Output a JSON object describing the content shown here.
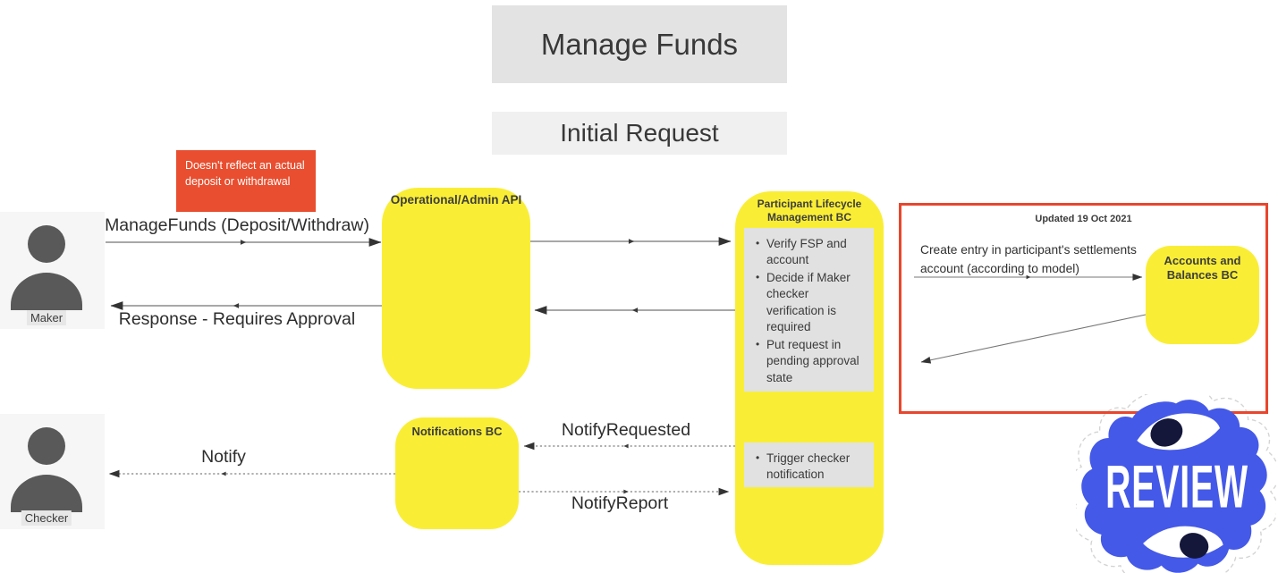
{
  "header": {
    "title": "Manage Funds",
    "subtitle": "Initial Request"
  },
  "note": {
    "text": "Doesn't reflect an actual deposit or withdrawal"
  },
  "actors": {
    "maker": "Maker",
    "checker": "Checker"
  },
  "boxes": {
    "operational": {
      "title": "Operational/Admin API"
    },
    "plm": {
      "title": "Participant Lifecycle Management BC",
      "tasks": [
        "Verify FSP and account",
        "Decide if Maker checker verification is required",
        "Put request in pending approval state"
      ],
      "tasks2": [
        "Trigger checker notification"
      ]
    },
    "notifications": {
      "title": "Notifications BC"
    },
    "accounts": {
      "title": "Accounts and Balances BC"
    }
  },
  "annotation": {
    "updated": "Updated 19 Oct 2021",
    "create_entry": "Create entry in participant's settlements account (according to model)"
  },
  "messages": {
    "manage_funds": "ManageFunds (Deposit/Withdraw)",
    "response": "Response - Requires Approval",
    "notify_requested": "NotifyRequested",
    "notify_report": "NotifyReport",
    "notify": "Notify"
  },
  "stamp": {
    "label": "REVIEW"
  },
  "colors": {
    "bc_yellow": "#f9ee35",
    "note_red": "#e84e2f",
    "annotation_border": "#e8462d",
    "stamp_blue": "#4459e8",
    "stamp_pupil": "#14173a",
    "panel_gray": "#e1e1e1"
  }
}
